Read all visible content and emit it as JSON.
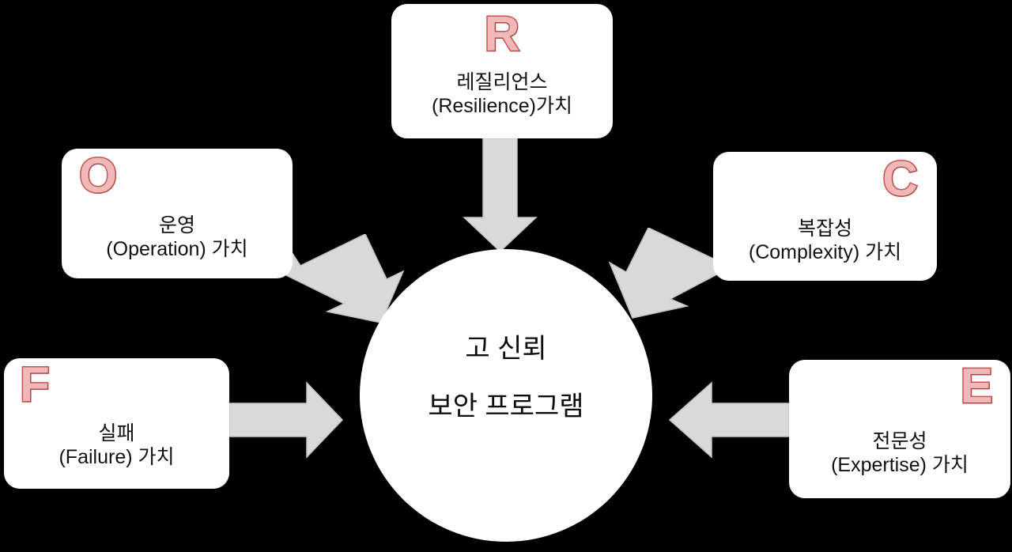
{
  "diagram": {
    "title": "고 신뢰 보안 프로그램",
    "background_color": "#000000",
    "card_color": "#ffffff",
    "letter_fill": "#f0b8b8",
    "letter_outline": "#c9534f",
    "arrow_color": "#d9d9d9",
    "center": {
      "line1": "고 신뢰",
      "line2": "보안 프로그램"
    },
    "cards": {
      "resilience": {
        "letter": "R",
        "label": "레질리언스\n(Resilience)가치"
      },
      "operation": {
        "letter": "O",
        "label": "운영\n(Operation) 가치"
      },
      "complexity": {
        "letter": "C",
        "label": "복잡성\n(Complexity) 가치"
      },
      "failure": {
        "letter": "F",
        "label": "실패\n(Failure) 가치"
      },
      "expertise": {
        "letter": "E",
        "label": "전문성\n(Expertise) 가치"
      }
    },
    "arrows": {
      "resilience_to_center": "arrow-down",
      "operation_to_center": "arrow-down-right",
      "complexity_to_center": "arrow-down-left",
      "failure_to_center": "arrow-right",
      "expertise_to_center": "arrow-left"
    }
  }
}
